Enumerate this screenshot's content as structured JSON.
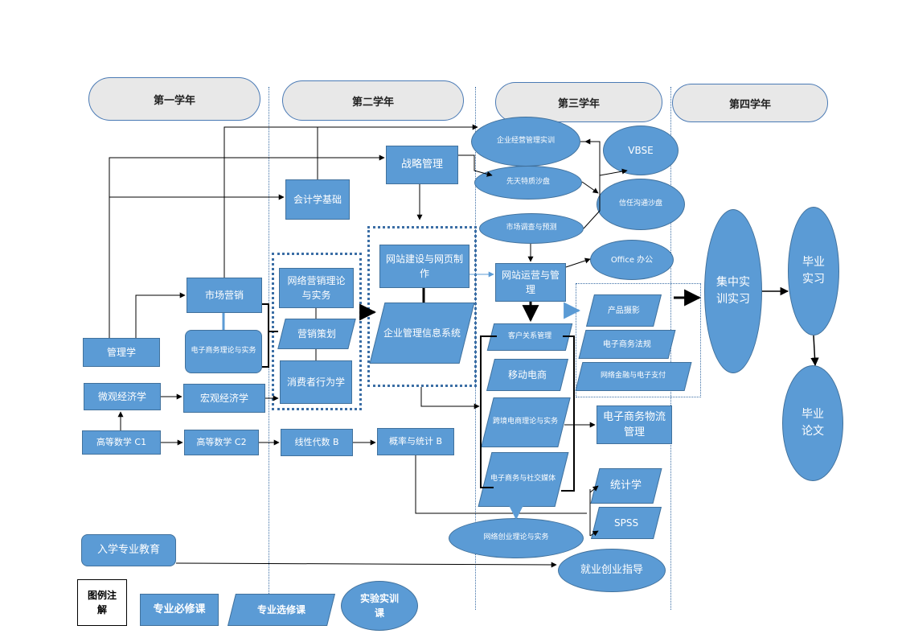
{
  "years": [
    "第一学年",
    "第二学年",
    "第三学年",
    "第四学年"
  ],
  "courses": {
    "management": "管理学",
    "microeconomics": "微观经济学",
    "advanced_math_c1": "高等数学 C1",
    "marketing": "市场营销",
    "ecommerce_theory": "电子商务理论与实务",
    "macroeconomics": "宏观经济学",
    "advanced_math_c2": "高等数学 C2",
    "accounting_basics": "会计学基础",
    "network_marketing": "网络营销理论与实务",
    "marketing_planning": "营销策划",
    "consumer_behavior": "消费者行为学",
    "linear_algebra": "线性代数 B",
    "strategic_management": "战略管理",
    "website_building": "网站建设与网页制作",
    "enterprise_mis": "企业管理信息系统",
    "probability_statistics": "概率与统计 B",
    "enterprise_operation_training": "企业经营管理实训",
    "innate_quality_sandbox": "先天特质沙盘",
    "market_research": "市场调查与预测",
    "vbse": "VBSE",
    "trust_communication_sandbox": "信任沟通沙盘",
    "office": "Office 办公",
    "website_operation": "网站运营与管理",
    "crm": "客户关系管理",
    "mobile_commerce": "移动电商",
    "cross_border_ecommerce": "跨境电商理论与实务",
    "ecommerce_social_media": "电子商务与社交媒体",
    "product_photography": "产品摄影",
    "ecommerce_law": "电子商务法规",
    "internet_finance": "网络金融与电子支付",
    "ecommerce_logistics": "电子商务物流管理",
    "statistics": "统计学",
    "spss": "SPSS",
    "online_entrepreneurship": "网络创业理论与实务",
    "career_guidance": "就业创业指导",
    "intensive_training": "集中实训实习",
    "graduation_internship": "毕业实习",
    "graduation_thesis": "毕业论文",
    "orientation": "入学专业教育"
  },
  "legend": {
    "title": "图例注解",
    "required": "专业必修课",
    "elective": "专业选修课",
    "practice": "实验实训课"
  },
  "colors": {
    "node_fill": "#5b9bd5",
    "node_border": "#41719c",
    "year_fill": "#e8e8e8",
    "box_border": "#3b6ea5"
  }
}
